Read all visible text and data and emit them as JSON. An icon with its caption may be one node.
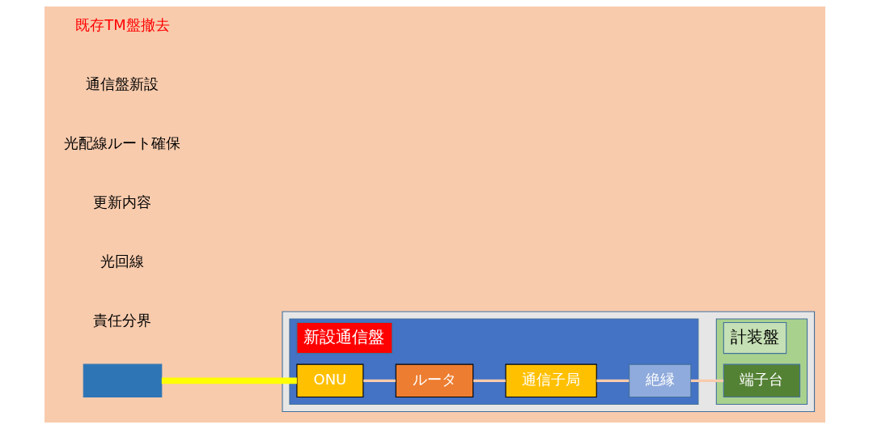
{
  "diagram": {
    "nodes": [
      {
        "text": [],
        "shape": "box"
      },
      {
        "text": [],
        "shape": "box"
      },
      {
        "text": [
          "新設通信盤"
        ],
        "in": 1
      },
      {
        "text": [
          "ONU"
        ],
        "in": 2
      },
      {
        "text": [
          "ルータ"
        ],
        "in": 2
      },
      {
        "text": [
          "通信子局"
        ],
        "in": 2
      },
      {
        "text": [
          "絶縁"
        ],
        "in": 2
      },
      {
        "text": [
          "計装盤"
        ],
        "in": 1
      },
      {
        "text": [
          "端子台"
        ],
        "in": 7
      }
    ],
    "edges": [
      {
        "from": 0,
        "to": 3,
        "arrow": "none",
        "style": "thick",
        "color": "#ffff00"
      },
      {
        "from": 3,
        "to": 4,
        "arrow": "none"
      },
      {
        "from": 4,
        "to": 5,
        "arrow": "none"
      },
      {
        "from": 5,
        "to": 6,
        "arrow": "none"
      },
      {
        "from": 6,
        "to": 8,
        "arrow": "none"
      }
    ],
    "labels": [
      "責任分界",
      "光回線",
      "更新内容",
      "光配線ルート確保",
      "通信盤新設",
      "既存TM盤撤去"
    ]
  }
}
